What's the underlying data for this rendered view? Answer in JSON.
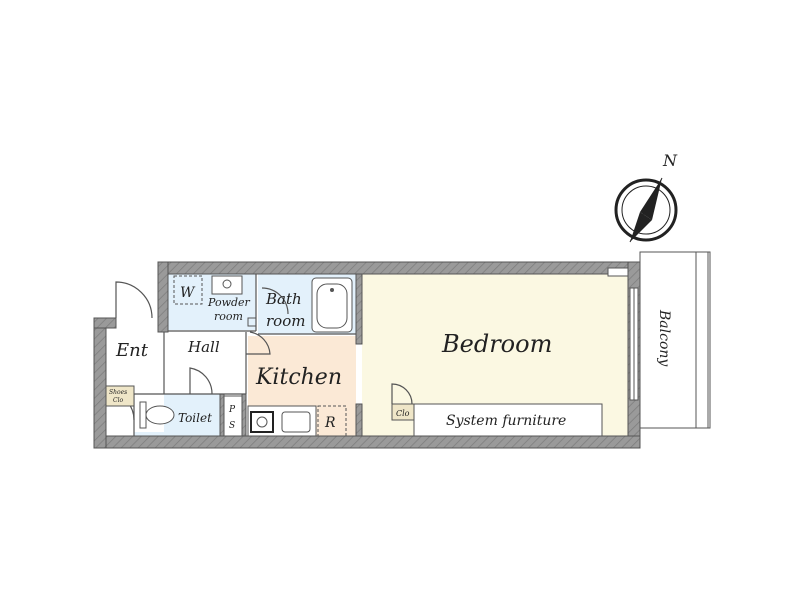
{
  "compass": {
    "label": "N"
  },
  "rooms": {
    "bedroom": "Bedroom",
    "kitchen": "Kitchen",
    "bath_line1": "Bath",
    "bath_line2": "room",
    "powder_line1": "Powder",
    "powder_line2": "room",
    "hall": "Hall",
    "entrance": "Ent",
    "toilet": "Toilet",
    "balcony": "Balcony",
    "system_furniture": "System furniture",
    "closet": "Clo",
    "shoes_line1": "Shoes",
    "shoes_line2": "Clo",
    "washer": "W",
    "refrigerator": "R",
    "ps_line1": "P",
    "ps_line2": "S"
  },
  "colors": {
    "wall": "#9a9a9a",
    "bedroom_floor": "#fbf8e2",
    "kitchen_floor": "#fbe9d6",
    "wet_floor": "#e3f1fb",
    "plain_floor": "#ffffff"
  }
}
